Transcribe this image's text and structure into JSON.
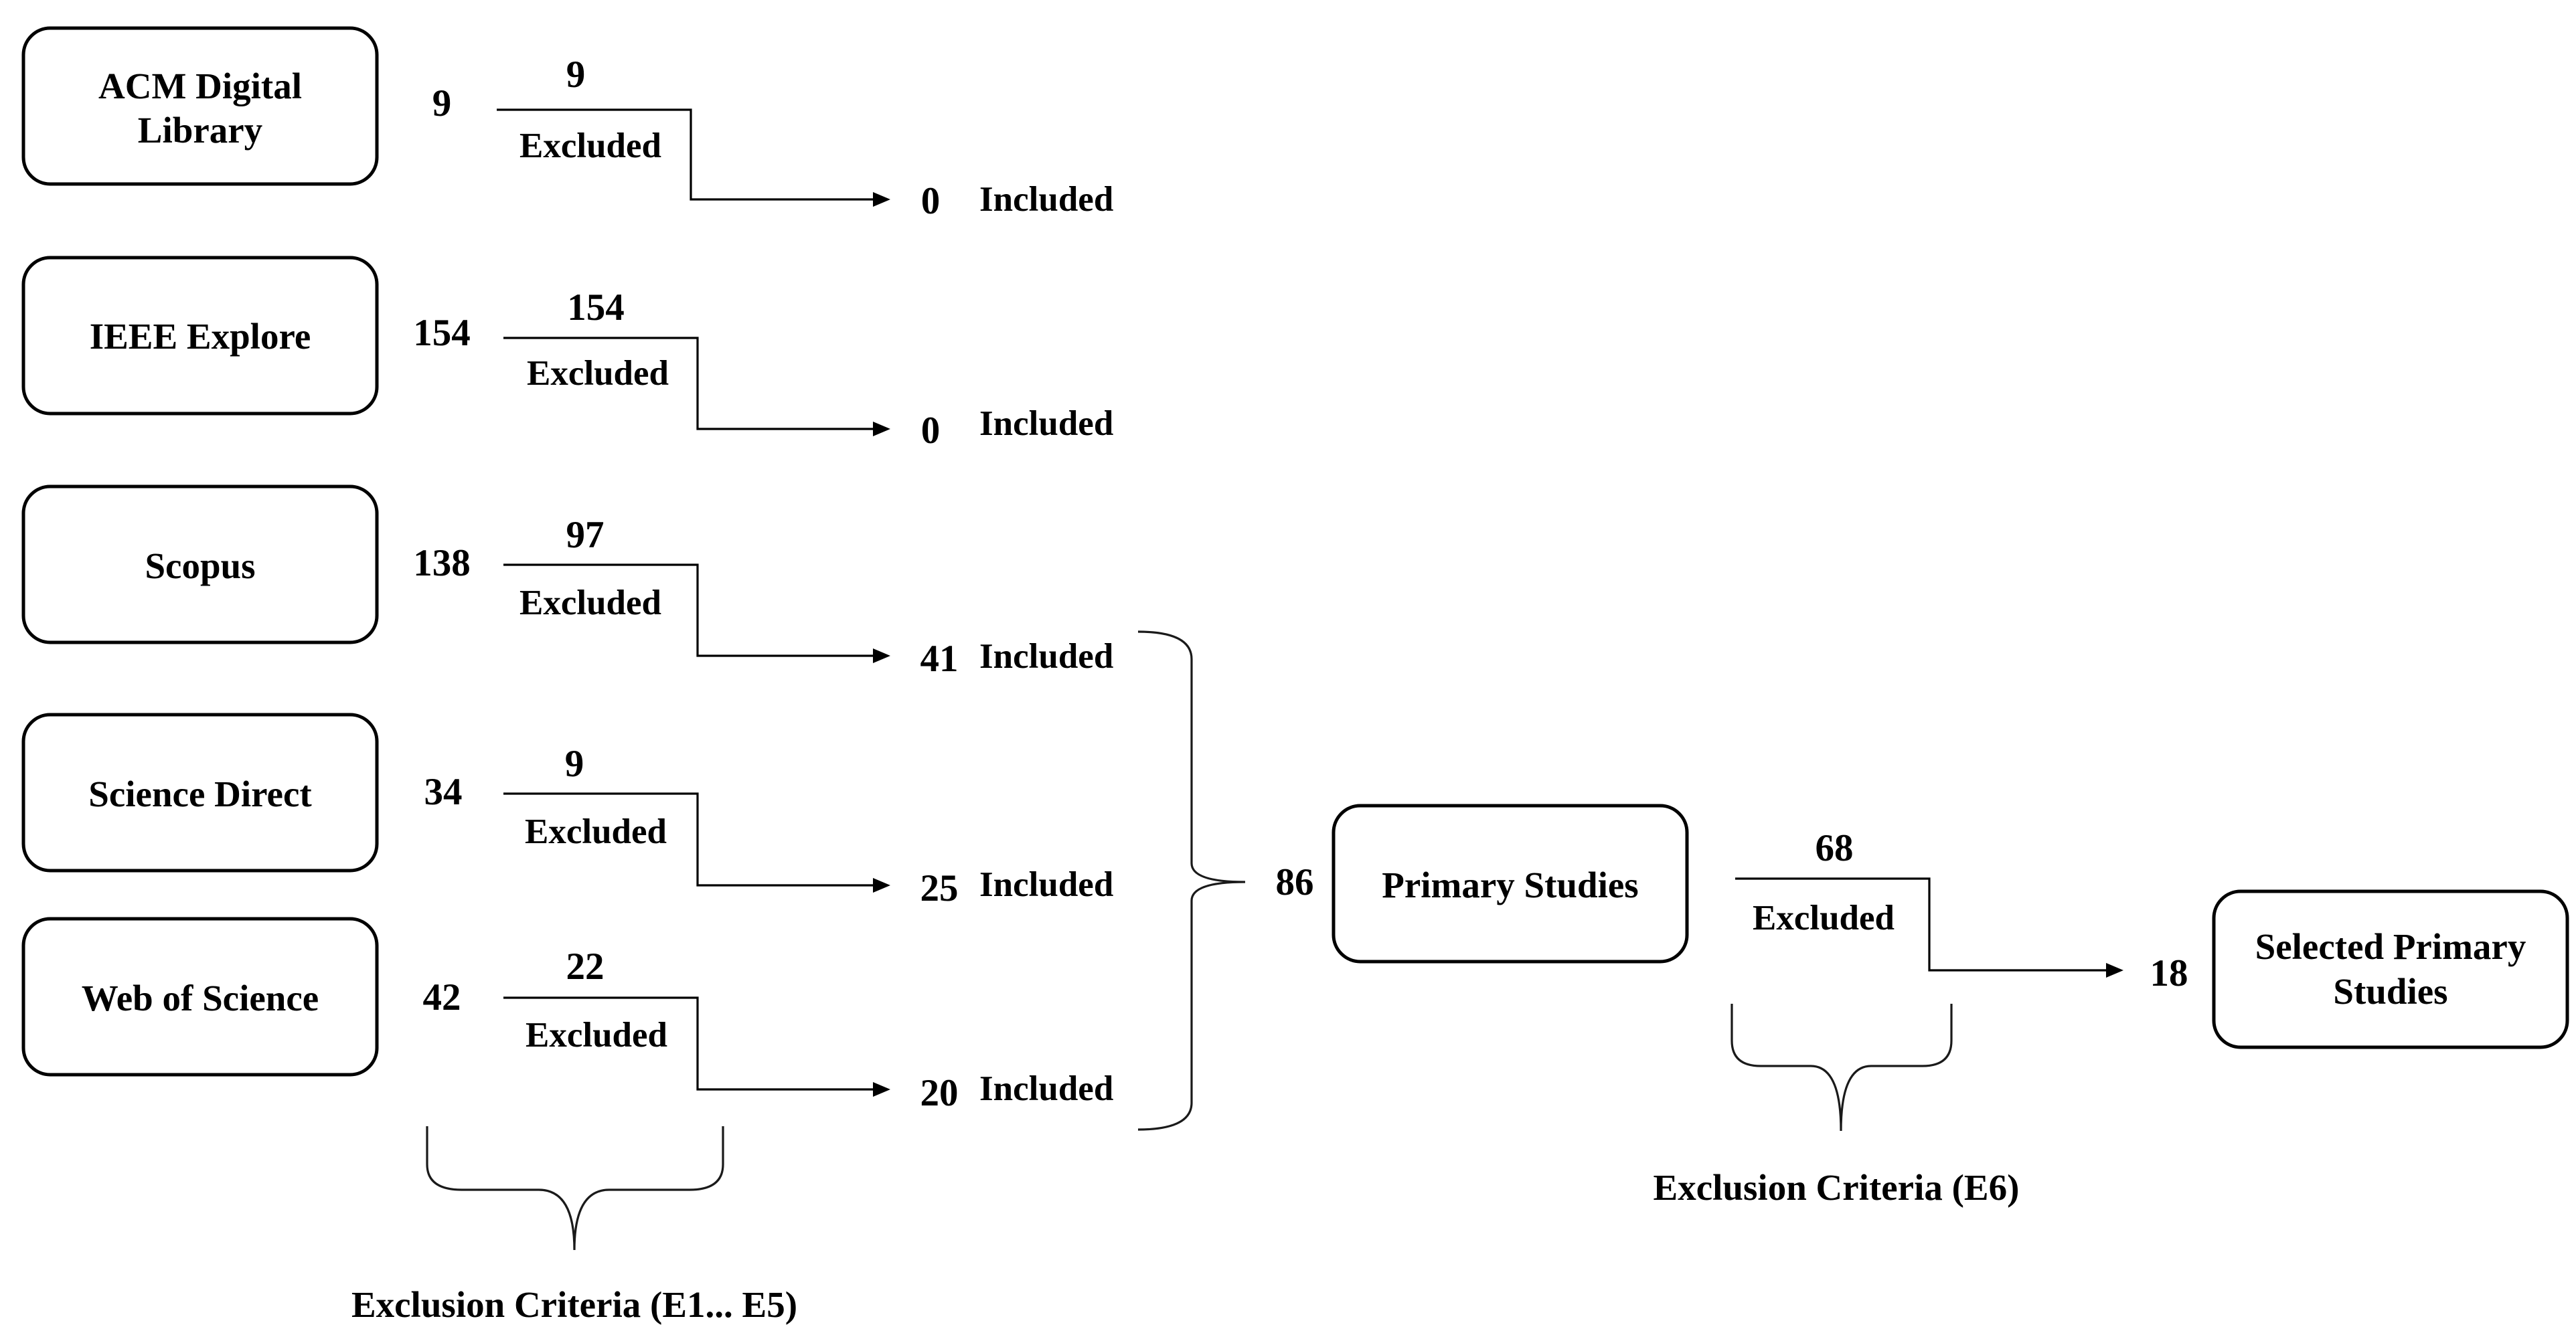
{
  "sources": [
    {
      "name_lines": [
        "ACM Digital",
        "Library"
      ],
      "count": "9",
      "excluded": "9",
      "included": "0"
    },
    {
      "name_lines": [
        "IEEE Explore"
      ],
      "count": "154",
      "excluded": "154",
      "included": "0"
    },
    {
      "name_lines": [
        "Scopus"
      ],
      "count": "138",
      "excluded": "97",
      "included": "41"
    },
    {
      "name_lines": [
        "Science Direct"
      ],
      "count": "34",
      "excluded": "9",
      "included": "25"
    },
    {
      "name_lines": [
        "Web of Science"
      ],
      "count": "42",
      "excluded": "22",
      "included": "20"
    }
  ],
  "labels": {
    "excluded": "Excluded",
    "included": "Included"
  },
  "primary": {
    "count": "86",
    "name_lines": [
      "Primary Studies"
    ],
    "excluded": "68"
  },
  "selected": {
    "count": "18",
    "name_lines": [
      "Selected Primary",
      "Studies"
    ]
  },
  "criteria": {
    "first": "Exclusion Criteria (E1... E5)",
    "second": "Exclusion Criteria (E6)"
  },
  "colors": {
    "stroke": "#000000",
    "background": "#ffffff"
  }
}
